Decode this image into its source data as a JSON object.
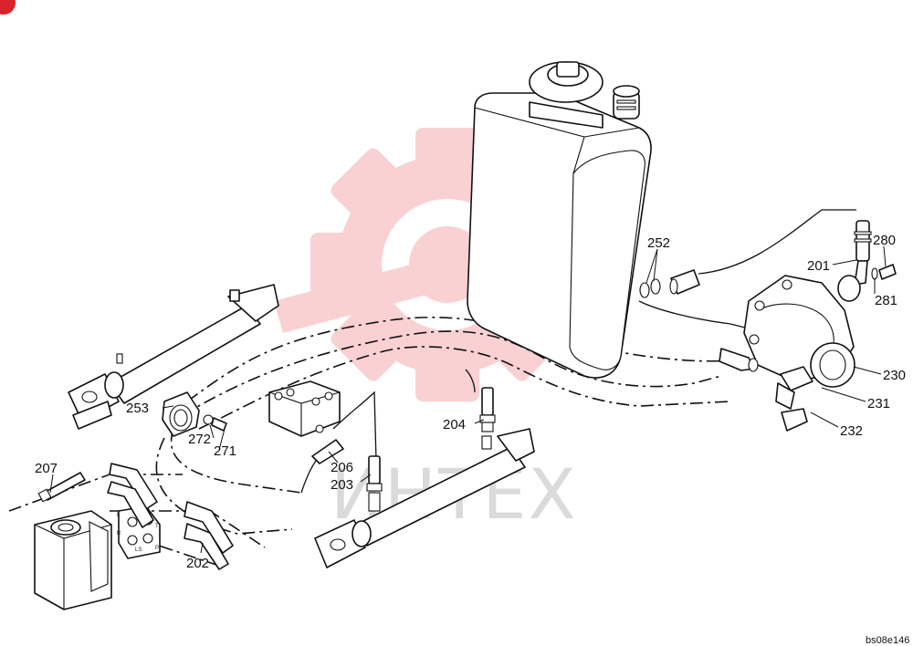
{
  "drawing_code": "bs08e146",
  "watermark": {
    "text": "ИНТЕХ",
    "color": "#e8323c"
  },
  "callouts": {
    "c201": "201",
    "c202": "202",
    "c203": "203",
    "c204": "204",
    "c206": "206",
    "c207": "207",
    "c230": "230",
    "c231": "231",
    "c232": "232",
    "c252": "252",
    "c253": "253",
    "c271": "271",
    "c272": "272",
    "c280": "280",
    "c281": "281"
  },
  "steering_unit_ports": {
    "l": "L",
    "t": "T",
    "r": "R",
    "p": "P",
    "ls": "LS"
  }
}
